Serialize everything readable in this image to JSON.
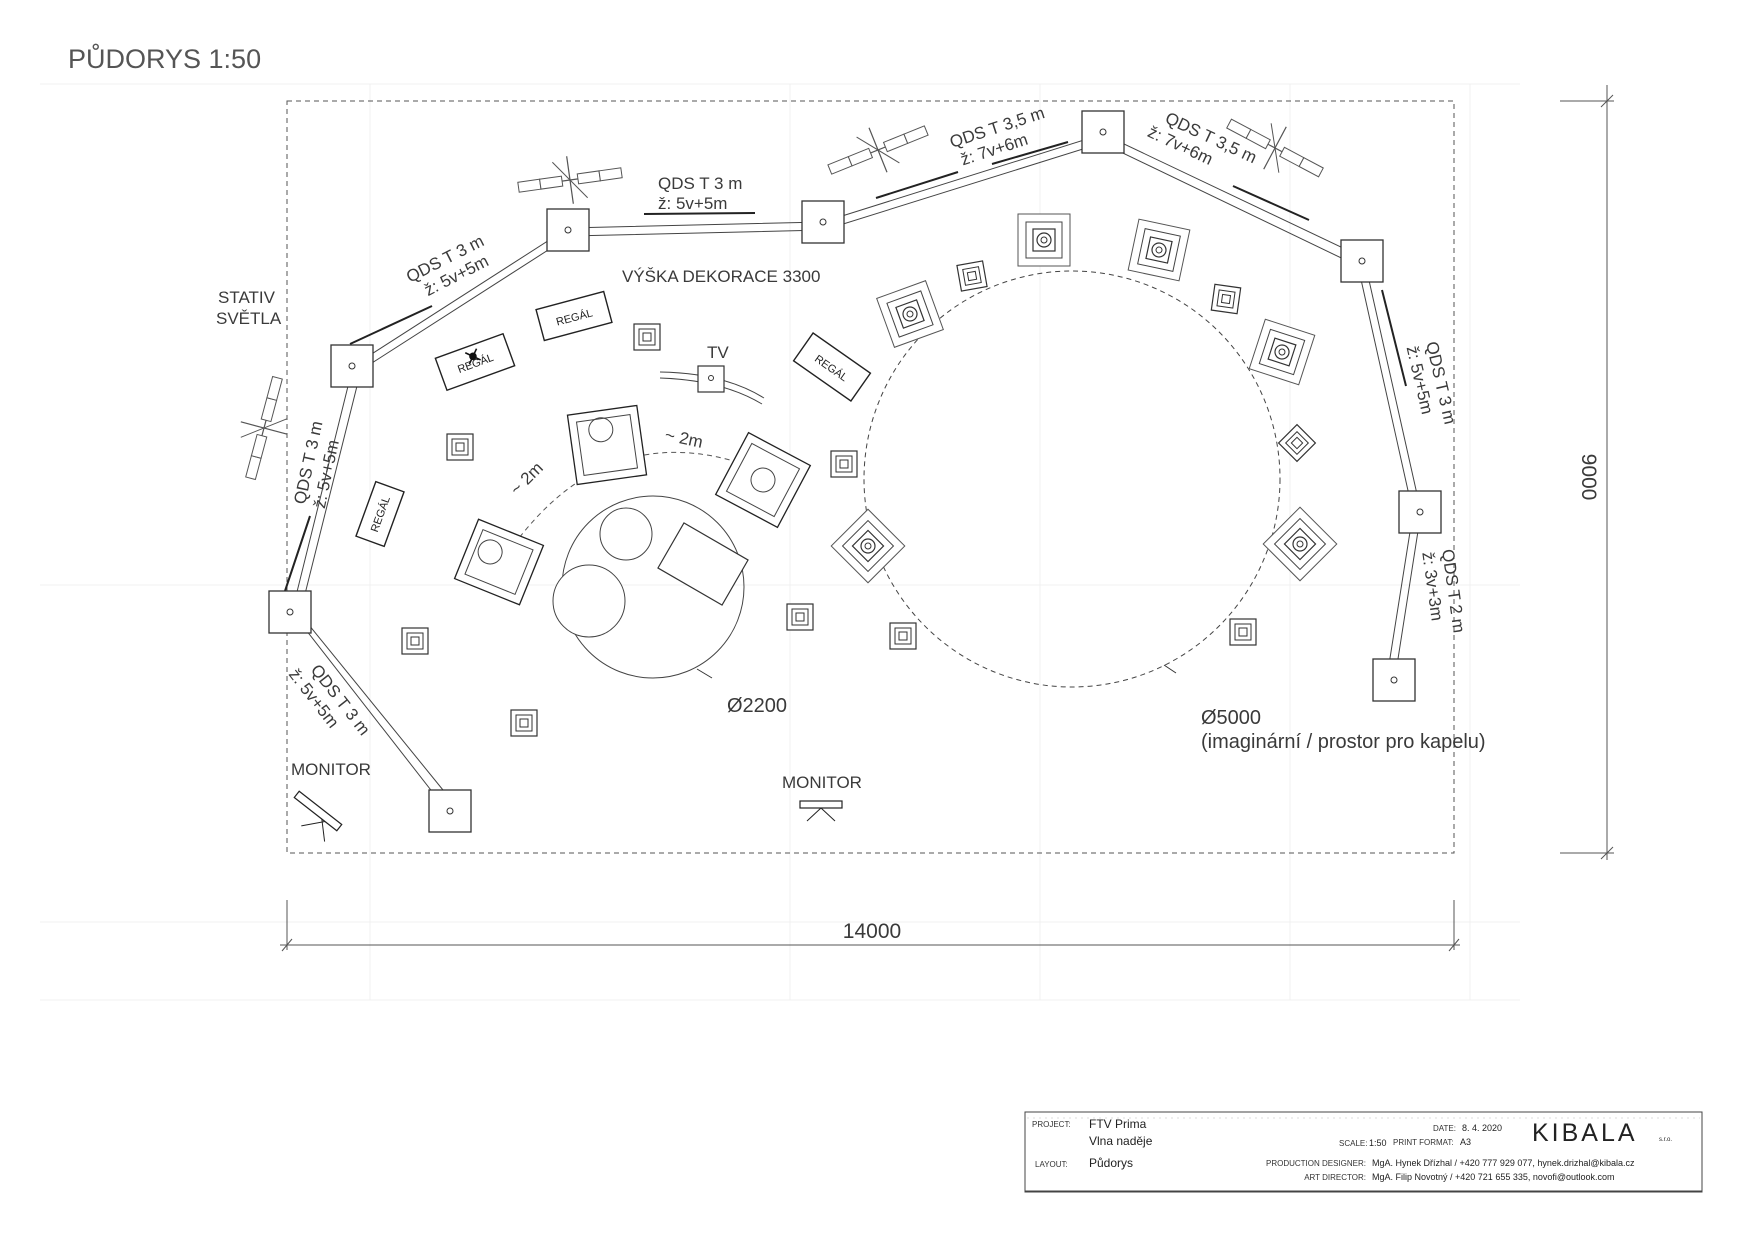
{
  "drawing_title": "PŮDORYS 1:50",
  "dimensions": {
    "width": "14000",
    "height": "9000"
  },
  "labels": {
    "stativ_line1": "STATIV",
    "stativ_line2": "SVĚTLA",
    "vyska_dekorace": "VÝŠKA DEKORACE 3300",
    "tv": "TV",
    "monitor_left": "MONITOR",
    "monitor_center": "MONITOR",
    "regal": "REGÁL",
    "approx_2m_a": "~ 2m",
    "approx_2m_b": "~ 2m",
    "circle_small_dia": "Ø2200",
    "circle_large_dia": "Ø5000",
    "circle_large_note": "(imaginární / prostor pro kapelu)"
  },
  "truss_labels": [
    {
      "title": "QDS T 3 m",
      "sub": "ž: 5v+5m"
    },
    {
      "title": "QDS T 3 m",
      "sub": "ž: 5v+5m"
    },
    {
      "title": "QDS T 3,5 m",
      "sub": "ž: 7v+6m"
    },
    {
      "title": "QDS T 3,5 m",
      "sub": "ž: 7v+6m"
    },
    {
      "title": "QDS T 3 m",
      "sub": "ž: 5v+5m"
    },
    {
      "title": "QDS T 2 m",
      "sub": "ž: 3v+3m"
    },
    {
      "title": "QDS T 3 m",
      "sub": "ž: 5v+5m"
    },
    {
      "title": "QDS T 3 m",
      "sub": "ž: 5v+5m"
    }
  ],
  "title_block": {
    "project_label": "PROJECT:",
    "project_name": "FTV Prima",
    "project_sub": "Vlna naděje",
    "layout_label": "LAYOUT:",
    "layout_value": "Půdorys",
    "date_label": "DATE:",
    "date_value": "8. 4. 2020",
    "scale_label": "SCALE:",
    "scale_value": "1:50",
    "print_label": "PRINT FORMAT:",
    "print_value": "A3",
    "pd_label": "PRODUCTION DESIGNER:",
    "pd_value": "MgA. Hynek Dřízhal   / +420 777 929 077,  hynek.drizhal@kibala.cz",
    "ad_label": "ART DIRECTOR:",
    "ad_value": "MgA. Filip Novotný    / +420 721 655 335, novofi@outlook.com",
    "brand": "KIBALA",
    "brand_suffix": "s.r.o."
  },
  "colors": {
    "line": "#3a3a3a",
    "light_line": "#9a9a9a",
    "grid": "#efefef"
  }
}
